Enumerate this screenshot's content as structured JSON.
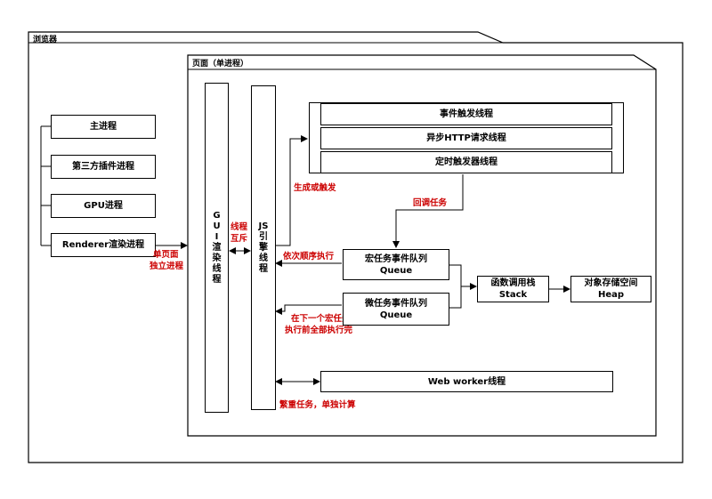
{
  "browser": {
    "label": "浏览器"
  },
  "page": {
    "label": "页面（单进程）"
  },
  "processes": [
    {
      "label": "主进程"
    },
    {
      "label": "第三方插件进程"
    },
    {
      "label": "GPU进程"
    },
    {
      "label": "Renderer渲染进程"
    }
  ],
  "renderer_note": {
    "line1": "单页面",
    "line2": "独立进程"
  },
  "gui_thread": {
    "chars": [
      "G",
      "U",
      "I",
      "渲",
      "染",
      "线",
      "程"
    ]
  },
  "mutex": {
    "line1": "线程",
    "line2": "互斥"
  },
  "js_thread": {
    "chars": [
      "JS",
      "引",
      "擎",
      "线",
      "程"
    ]
  },
  "top_threads": [
    {
      "label": "事件触发线程"
    },
    {
      "label": "异步HTTP请求线程"
    },
    {
      "label": "定时触发器线程"
    }
  ],
  "annotations": {
    "generate_trigger": "生成或触发",
    "callback_task": "回调任务",
    "sequential_exec": "依次顺序执行",
    "before_next_macro_1": "在下一个宏任务",
    "before_next_macro_2": "执行前全部执行完",
    "heavy_task": "繁重任务，单独计算"
  },
  "macro_queue": {
    "line1": "宏任务事件队列",
    "line2": "Queue"
  },
  "micro_queue": {
    "line1": "微任务事件队列",
    "line2": "Queue"
  },
  "call_stack": {
    "line1": "函数调用栈",
    "line2": "Stack"
  },
  "heap": {
    "line1": "对象存储空间",
    "line2": "Heap"
  },
  "web_worker": {
    "label": "Web worker线程"
  }
}
